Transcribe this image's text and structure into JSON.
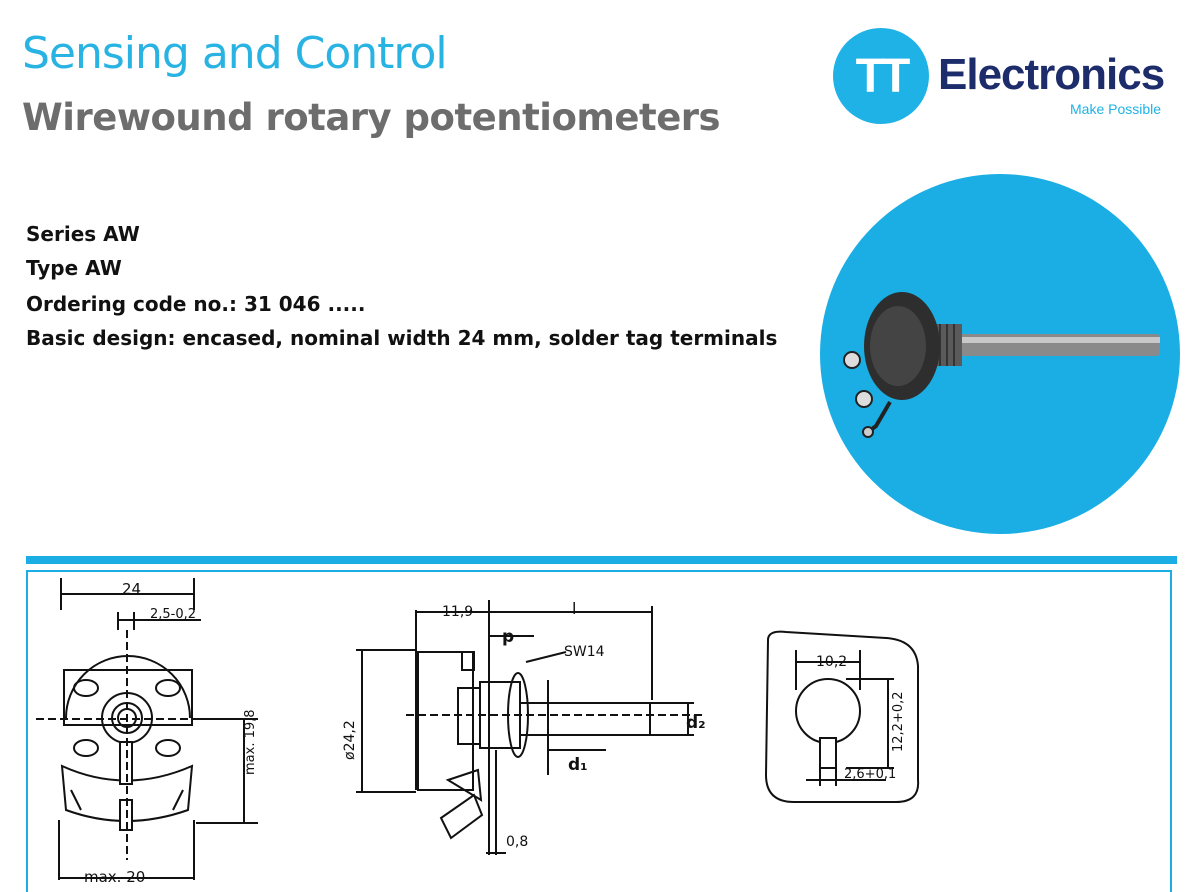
{
  "header": {
    "title": "Sensing and Control",
    "subtitle": "Wirewound rotary potentiometers"
  },
  "logo": {
    "mark": "TT",
    "word": "Electronics",
    "tagline": "Make Possible",
    "brand_color": "#1fb2e6",
    "word_color": "#1d2c6b"
  },
  "specs": {
    "series": "Series AW",
    "type": "Type AW",
    "ordering_code": "Ordering code no.: 31 046 .....",
    "basic_design": "Basic design: encased, nominal width 24 mm, solder tag terminals"
  },
  "accent_color": "#1aaee4",
  "drawing": {
    "front": {
      "width": "24",
      "slot": "2,5-0,2",
      "height": "max. 19,8",
      "bottom_width": "max. 20"
    },
    "side": {
      "depth": "11,9",
      "length": "l",
      "p": "p",
      "wrench": "SW14",
      "diameter": "ø24,2",
      "d2": "d₂",
      "d1": "d₁",
      "thickness": "0,8"
    },
    "cutout": {
      "width": "10,2",
      "height": "12,2+0,2",
      "slot": "2,6+0,1"
    }
  }
}
